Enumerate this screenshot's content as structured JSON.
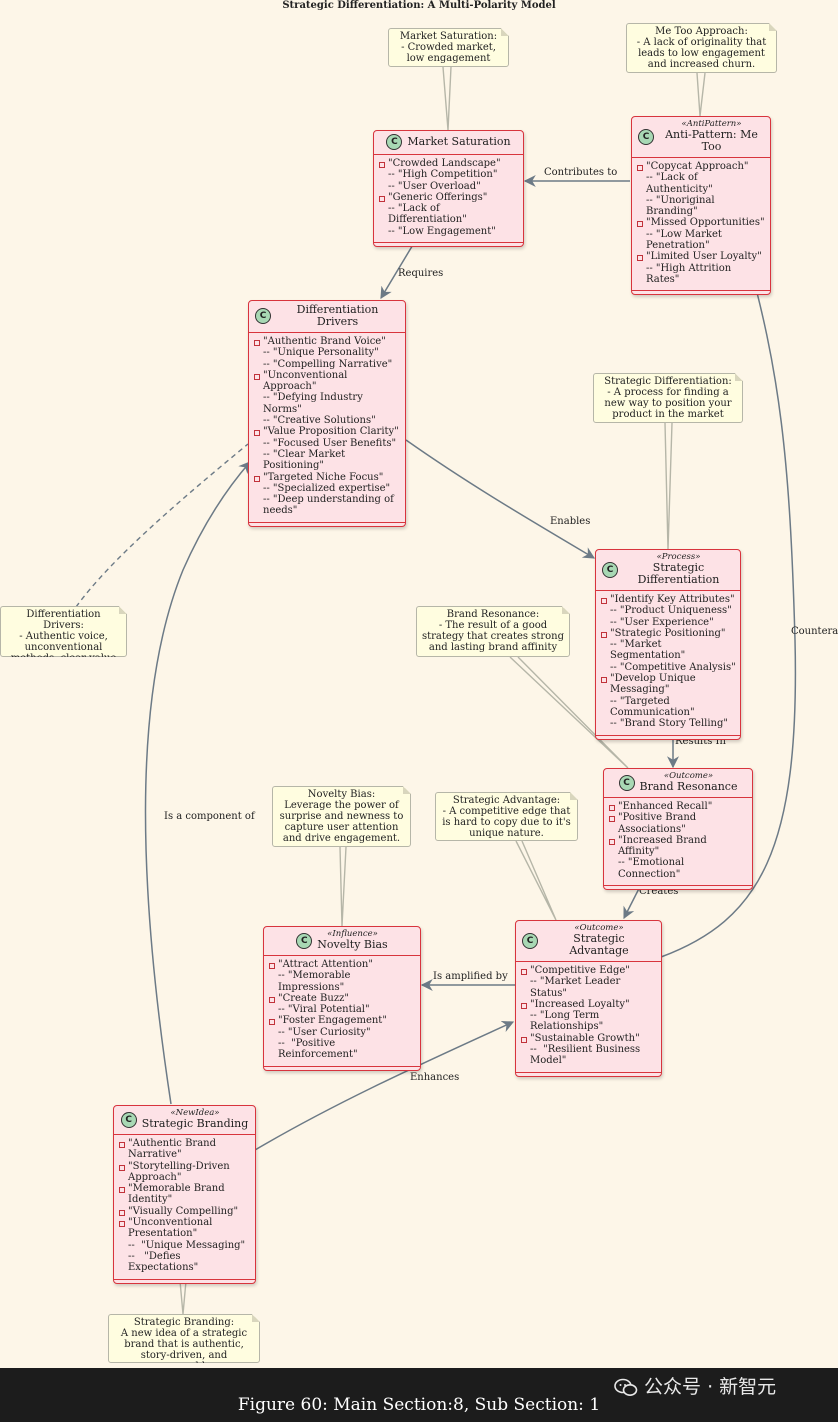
{
  "title": "Strategic Differentiation: A Multi-Polarity Model",
  "notes": [
    {
      "id": "note-market-saturation",
      "text": "Market Saturation:\n- Crowded market, low engagement"
    },
    {
      "id": "note-me-too",
      "text": "Me Too Approach:\n- A lack of originality that leads to low engagement and increased churn."
    },
    {
      "id": "note-strategic-differentiation",
      "text": "Strategic Differentiation:\n- A process for finding a new way to position your product in the market"
    },
    {
      "id": "note-differentiation-drivers",
      "text": "Differentiation Drivers:\n- Authentic voice, unconventional methods, clear value"
    },
    {
      "id": "note-brand-resonance",
      "text": "Brand Resonance:\n- The result of a good strategy that creates strong and lasting brand affinity"
    },
    {
      "id": "note-novelty-bias",
      "text": "Novelty Bias:\nLeverage the power of surprise and newness to capture user attention and drive engagement."
    },
    {
      "id": "note-strategic-advantage",
      "text": "Strategic Advantage:\n- A competitive edge that is hard to copy due to it's unique nature."
    },
    {
      "id": "note-strategic-branding",
      "text": "Strategic Branding:\nA new idea of a strategic brand that is authentic, story-driven, and memorable."
    }
  ],
  "classes": [
    {
      "id": "market-saturation",
      "badge": "C",
      "stereotype": "",
      "name": "Market Saturation",
      "rows": [
        {
          "t": "\"Crowded Landscape\"",
          "a": true
        },
        {
          "t": "-- \"High Competition\"",
          "a": false
        },
        {
          "t": "-- \"User Overload\"",
          "a": false
        },
        {
          "t": "\"Generic Offerings\"",
          "a": true
        },
        {
          "t": "-- \"Lack of Differentiation\"",
          "a": false
        },
        {
          "t": "-- \"Low Engagement\"",
          "a": false
        }
      ]
    },
    {
      "id": "anti-pattern",
      "badge": "C",
      "stereotype": "«AntiPattern»",
      "name": "Anti-Pattern: Me Too",
      "rows": [
        {
          "t": "\"Copycat Approach\"",
          "a": true
        },
        {
          "t": "-- \"Lack of Authenticity\"",
          "a": false
        },
        {
          "t": "-- \"Unoriginal Branding\"",
          "a": false
        },
        {
          "t": "\"Missed Opportunities\"",
          "a": true
        },
        {
          "t": "-- \"Low Market\nPenetration\"",
          "a": false
        },
        {
          "t": "\"Limited User Loyalty\"",
          "a": true
        },
        {
          "t": "-- \"High Attrition Rates\"",
          "a": false
        }
      ]
    },
    {
      "id": "differentiation-drivers",
      "badge": "C",
      "stereotype": "",
      "name": "Differentiation Drivers",
      "rows": [
        {
          "t": "\"Authentic Brand Voice\"",
          "a": true
        },
        {
          "t": "-- \"Unique Personality\"",
          "a": false
        },
        {
          "t": "-- \"Compelling Narrative\"",
          "a": false
        },
        {
          "t": "\"Unconventional Approach\"",
          "a": true
        },
        {
          "t": "-- \"Defying Industry Norms\"",
          "a": false
        },
        {
          "t": "-- \"Creative Solutions\"",
          "a": false
        },
        {
          "t": "\"Value Proposition Clarity\"",
          "a": true
        },
        {
          "t": "-- \"Focused User Benefits\"",
          "a": false
        },
        {
          "t": "-- \"Clear Market\nPositioning\"",
          "a": false
        },
        {
          "t": "\"Targeted Niche Focus\"",
          "a": true
        },
        {
          "t": "-- \"Specialized expertise\"",
          "a": false
        },
        {
          "t": "-- \"Deep understanding of\nneeds\"",
          "a": false
        }
      ]
    },
    {
      "id": "strategic-differentiation",
      "badge": "C",
      "stereotype": "«Process»",
      "name": "Strategic Differentiation",
      "rows": [
        {
          "t": "\"Identify Key Attributes\"",
          "a": true
        },
        {
          "t": "-- \"Product Uniqueness\"",
          "a": false
        },
        {
          "t": "-- \"User Experience\"",
          "a": false
        },
        {
          "t": "\"Strategic Positioning\"",
          "a": true
        },
        {
          "t": "-- \"Market Segmentation\"",
          "a": false
        },
        {
          "t": "-- \"Competitive Analysis\"",
          "a": false
        },
        {
          "t": "\"Develop Unique\nMessaging\"",
          "a": true
        },
        {
          "t": "-- \"Targeted\nCommunication\"",
          "a": false
        },
        {
          "t": "-- \"Brand Story Telling\"",
          "a": false
        }
      ]
    },
    {
      "id": "brand-resonance",
      "badge": "C",
      "stereotype": "«Outcome»",
      "name": "Brand Resonance",
      "rows": [
        {
          "t": "\"Enhanced Recall\"",
          "a": true
        },
        {
          "t": "\"Positive Brand\nAssociations\"",
          "a": true
        },
        {
          "t": "\"Increased Brand Affinity\"",
          "a": true
        },
        {
          "t": "-- \"Emotional Connection\"",
          "a": false
        }
      ]
    },
    {
      "id": "strategic-advantage",
      "badge": "C",
      "stereotype": "«Outcome»",
      "name": "Strategic Advantage",
      "rows": [
        {
          "t": "\"Competitive Edge\"",
          "a": true
        },
        {
          "t": "-- \"Market Leader Status\"",
          "a": false
        },
        {
          "t": "\"Increased Loyalty\"",
          "a": true
        },
        {
          "t": "-- \"Long Term\nRelationships\"",
          "a": false
        },
        {
          "t": "\"Sustainable Growth\"",
          "a": true
        },
        {
          "t": "--  \"Resilient Business\nModel\"",
          "a": false
        }
      ]
    },
    {
      "id": "novelty-bias",
      "badge": "C",
      "stereotype": "«Influence»",
      "name": "Novelty Bias",
      "rows": [
        {
          "t": "\"Attract Attention\"",
          "a": true
        },
        {
          "t": "-- \"Memorable Impressions\"",
          "a": false
        },
        {
          "t": "\"Create Buzz\"",
          "a": true
        },
        {
          "t": "-- \"Viral Potential\"",
          "a": false
        },
        {
          "t": "\"Foster Engagement\"",
          "a": true
        },
        {
          "t": "-- \"User Curiosity\"",
          "a": false
        },
        {
          "t": "--  \"Positive Reinforcement\"",
          "a": false
        }
      ]
    },
    {
      "id": "strategic-branding",
      "badge": "C",
      "stereotype": "«NewIdea»",
      "name": "Strategic Branding",
      "rows": [
        {
          "t": "\"Authentic Brand\nNarrative\"",
          "a": true
        },
        {
          "t": "\"Storytelling-Driven\nApproach\"",
          "a": true
        },
        {
          "t": "\"Memorable Brand\nIdentity\"",
          "a": true
        },
        {
          "t": "\"Visually Compelling\"",
          "a": true
        },
        {
          "t": "\"Unconventional\nPresentation\"",
          "a": true
        },
        {
          "t": "--  \"Unique Messaging\"",
          "a": false
        },
        {
          "t": "--   \"Defies Expectations\"",
          "a": false
        }
      ]
    }
  ],
  "edges": [
    {
      "id": "edge-contributes-to",
      "label": "Contributes to"
    },
    {
      "id": "edge-requires",
      "label": "Requires"
    },
    {
      "id": "edge-enables",
      "label": "Enables"
    },
    {
      "id": "edge-results-in",
      "label": "Results In"
    },
    {
      "id": "edge-creates",
      "label": "Creates"
    },
    {
      "id": "edge-is-amplified-by",
      "label": "Is amplified by"
    },
    {
      "id": "edge-enhances",
      "label": "Enhances"
    },
    {
      "id": "edge-is-a-component-of",
      "label": "Is a component of"
    },
    {
      "id": "edge-counteracts",
      "label": "Counterac"
    }
  ],
  "caption": "Figure 60: Main Section:8, Sub Section: 1",
  "watermark": "公众号 · 新智元",
  "colors": {
    "class_fill": "#fde2e6",
    "class_border": "#d8343d",
    "note_fill": "#fffde0",
    "edge": "#6c7a86",
    "badge_fill": "#a8d8b4"
  }
}
